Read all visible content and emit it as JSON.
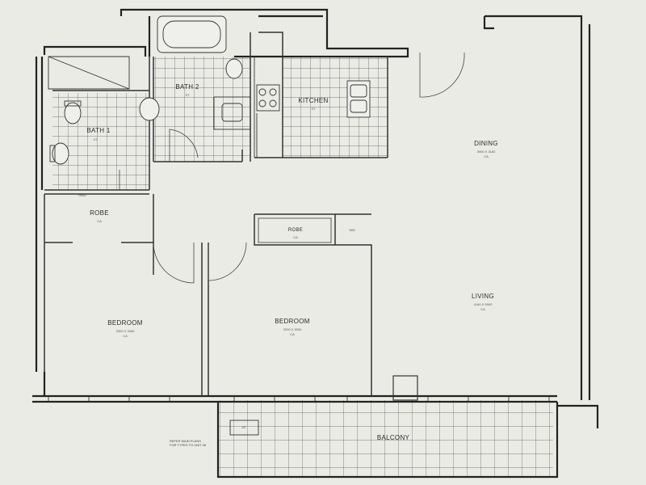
{
  "rooms": {
    "bath1": {
      "label": "BATH 1",
      "sub": "ST"
    },
    "bath2": {
      "label": "BATH 2",
      "sub": "ST"
    },
    "kitchen": {
      "label": "KITCHEN",
      "sub": "ST"
    },
    "dining": {
      "label": "DINING",
      "sub": "3900 X 3160",
      "sub2": "CA"
    },
    "living": {
      "label": "LIVING",
      "sub": "4160 X 5900",
      "sub2": "CA"
    },
    "robe1": {
      "label": "ROBE",
      "sub": "CA"
    },
    "robe2": {
      "label": "ROBE",
      "sub": "CA"
    },
    "bedroom1": {
      "label": "BEDROOM",
      "sub": "3300 X 3450",
      "sub2": "CA"
    },
    "bedroom2": {
      "label": "BEDROOM",
      "sub": "3200 X 3000",
      "sub2": "CA"
    },
    "balcony": {
      "label": "BALCONY"
    }
  },
  "small_labels": {
    "ac": "AC",
    "wm": "WM",
    "hwu": "HWU",
    "note": "REFER MAIN PLANS\nFOR TYPES TO UNIT 08"
  }
}
